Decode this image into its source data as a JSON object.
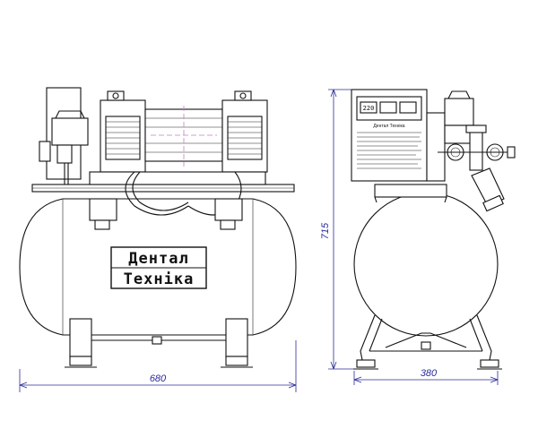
{
  "brand": {
    "line1": "Дентал",
    "line2": "Техніка",
    "panel_label": "Дентал Техніка"
  },
  "dimensions": {
    "width_front": "680",
    "height": "715",
    "width_side": "380"
  },
  "display": {
    "readout": "220"
  },
  "colors": {
    "lines": "#111111",
    "dimension": "#2a2a9a",
    "accent": "#c080c0"
  }
}
